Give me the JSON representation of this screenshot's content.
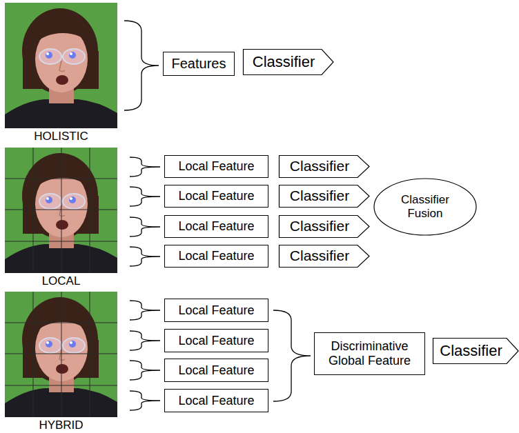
{
  "diagram": {
    "nodes": [
      {
        "text": [
          "Features"
        ]
      },
      {
        "text": [
          "Classifier"
        ]
      },
      {
        "text": [
          "Local Feature"
        ]
      },
      {
        "text": [
          "Classifier"
        ]
      },
      {
        "text": [
          "Local Feature"
        ]
      },
      {
        "text": [
          "Classifier"
        ]
      },
      {
        "text": [
          "Local Feature"
        ]
      },
      {
        "text": [
          "Classifier"
        ]
      },
      {
        "text": [
          "Local Feature"
        ]
      },
      {
        "text": [
          "Classifier"
        ]
      },
      {
        "text": [
          "Classifier Fusion"
        ]
      },
      {
        "text": [
          "Local Feature"
        ]
      },
      {
        "text": [
          "Local Feature"
        ]
      },
      {
        "text": [
          "Local Feature"
        ]
      },
      {
        "text": [
          "Local Feature"
        ]
      },
      {
        "text": [
          "Discriminative Global Feature"
        ]
      },
      {
        "text": [
          "Classifier"
        ]
      }
    ],
    "labels": [
      "HOLISTIC",
      "LOCAL",
      "HYBRID"
    ]
  }
}
